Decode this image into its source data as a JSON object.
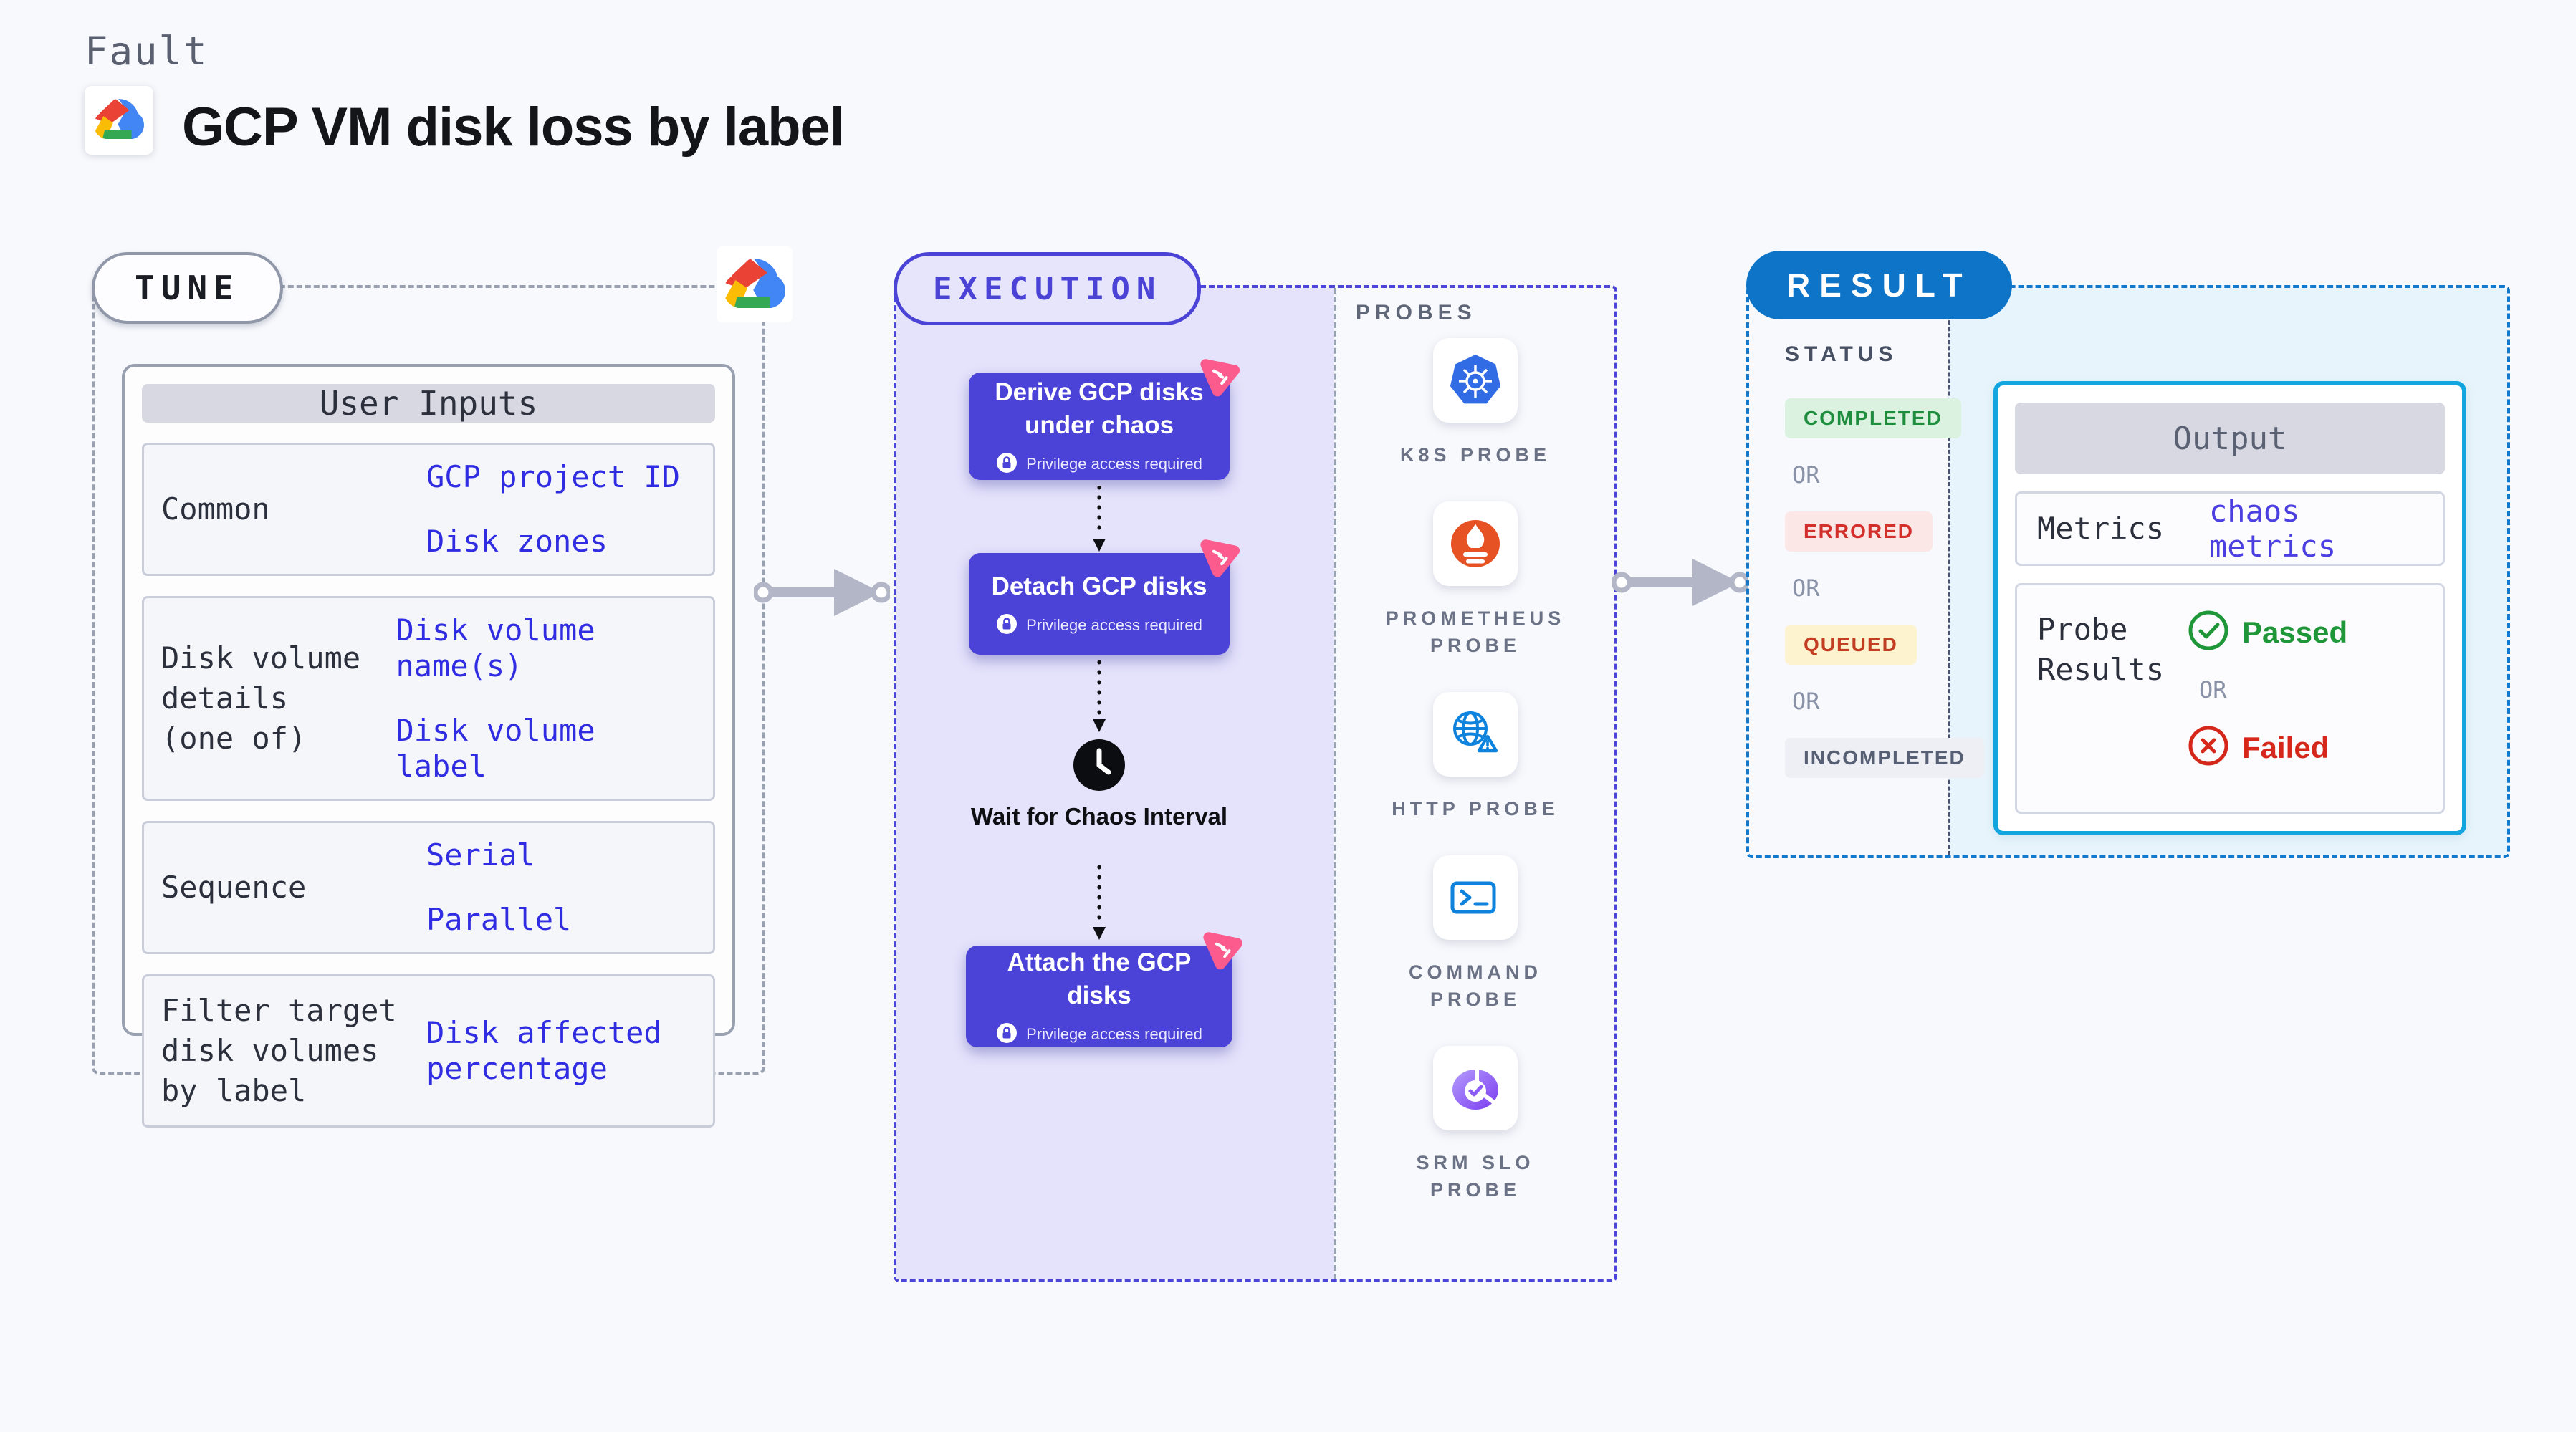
{
  "header": {
    "eyebrow": "Fault",
    "title": "GCP VM disk loss by label"
  },
  "tune": {
    "badge": "TUNE",
    "table": {
      "header": "User Inputs",
      "rows": [
        {
          "label": "Common",
          "values": [
            "GCP project ID",
            "Disk zones"
          ]
        },
        {
          "label": "Disk volume details (one of)",
          "values": [
            "Disk volume name(s)",
            "Disk volume label"
          ]
        },
        {
          "label": "Sequence",
          "values": [
            "Serial",
            "Parallel"
          ]
        },
        {
          "label": "Filter target disk volumes by label",
          "values": [
            "Disk affected percentage"
          ]
        }
      ]
    }
  },
  "execution": {
    "badge": "EXECUTION",
    "steps": [
      {
        "title": "Derive GCP disks under chaos",
        "note": "Privilege access required"
      },
      {
        "title": "Detach GCP disks",
        "note": "Privilege access required"
      },
      {
        "title": "Attach the GCP disks",
        "note": "Privilege access required"
      }
    ],
    "wait_label": "Wait for Chaos Interval"
  },
  "probes": {
    "heading": "PROBES",
    "items": [
      {
        "label": "K8S PROBE",
        "icon": "kubernetes-icon"
      },
      {
        "label": "PROMETHEUS PROBE",
        "icon": "prometheus-icon"
      },
      {
        "label": "HTTP PROBE",
        "icon": "http-globe-icon"
      },
      {
        "label": "COMMAND PROBE",
        "icon": "terminal-icon"
      },
      {
        "label": "SRM SLO PROBE",
        "icon": "slo-gauge-icon"
      }
    ]
  },
  "result": {
    "badge": "RESULT",
    "status_heading": "STATUS",
    "or_label": "OR",
    "statuses": [
      {
        "label": "COMPLETED",
        "fg": "#1e8e3e",
        "bg": "#dcf2e0"
      },
      {
        "label": "ERRORED",
        "fg": "#d3302b",
        "bg": "#fbe7e6"
      },
      {
        "label": "QUEUED",
        "fg": "#c33d23",
        "bg": "#fdf3cf"
      },
      {
        "label": "INCOMPLETED",
        "fg": "#575f74",
        "bg": "#edeff4"
      }
    ],
    "output": {
      "header": "Output",
      "metrics_label": "Metrics",
      "metrics_value": "chaos metrics",
      "probe_results_label": "Probe Results",
      "passed_label": "Passed",
      "or_label": "OR",
      "failed_label": "Failed"
    }
  },
  "colors": {
    "indigo": "#4b43d8",
    "lavender": "#e4e3fb",
    "result_blue": "#0d74c7",
    "output_cyan": "#12a5e0",
    "link_blue": "#2f2ce2",
    "chaos_pink": "#fb5b8d",
    "dash_gray": "#99a1b0",
    "green": "#1f9638",
    "red": "#d5281b"
  }
}
